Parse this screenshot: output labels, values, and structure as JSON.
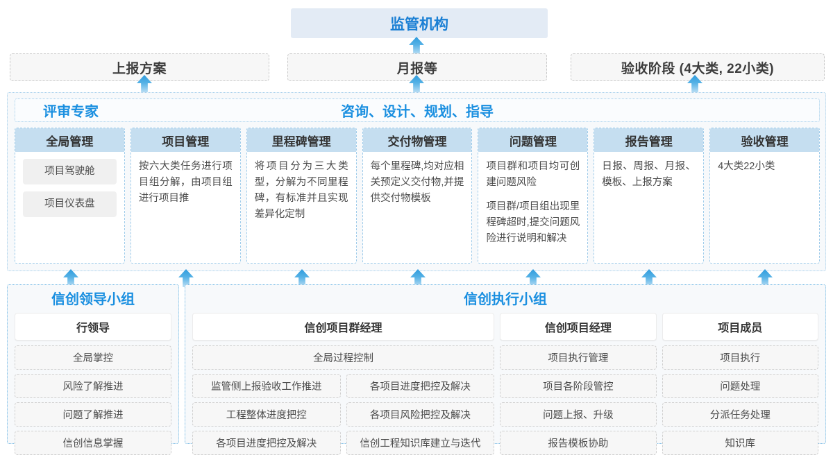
{
  "top": {
    "regulator": {
      "label": "监管机构"
    },
    "submissions": [
      {
        "label": "上报方案"
      },
      {
        "label": "月报等"
      },
      {
        "label": "验收阶段 (4大类, 22小类)"
      }
    ]
  },
  "middle": {
    "role_left": "评审专家",
    "role_center": "咨询、设计、规划、指导",
    "columns": [
      {
        "head": "全局管理",
        "pills": [
          "项目驾驶舱",
          "项目仪表盘"
        ],
        "paragraphs": []
      },
      {
        "head": "项目管理",
        "pills": [],
        "paragraphs": [
          "按六大类任务进行项目组分解，由项目组进行项目推"
        ]
      },
      {
        "head": "里程碑管理",
        "pills": [],
        "paragraphs": [
          "将项目分为三大类型，分解为不同里程碑，有标准并且实现差异化定制"
        ]
      },
      {
        "head": "交付物管理",
        "pills": [],
        "paragraphs": [
          "每个里程碑,均对应相关预定义交付物,并提供交付物模板"
        ]
      },
      {
        "head": "问题管理",
        "pills": [],
        "paragraphs": [
          "项目群和项目均可创建问题风险",
          "项目群/项目组出现里程碑超时,提交问题风险进行说明和解决"
        ]
      },
      {
        "head": "报告管理",
        "pills": [],
        "paragraphs": [
          "日报、周报、月报、模板、上报方案"
        ]
      },
      {
        "head": "验收管理",
        "pills": [],
        "paragraphs": [
          "4大类22小类"
        ]
      }
    ]
  },
  "bottom": {
    "leader_group": {
      "title": "信创领导小组",
      "sub_head": "行领导",
      "items": [
        "全局掌控",
        "风险了解推进",
        "问题了解推进",
        "信创信息掌握"
      ]
    },
    "exec_group": {
      "title": "信创执行小组",
      "program_manager": {
        "sub_head": "信创项目群经理",
        "full_item": "全局过程控制",
        "left_items": [
          "监管侧上报验收工作推进",
          "工程整体进度把控",
          "各项目进度把控及解决"
        ],
        "right_items": [
          "各项目进度把控及解决",
          "各项目风险把控及解决",
          "信创工程知识库建立与迭代"
        ]
      },
      "project_manager": {
        "sub_head": "信创项目经理",
        "items": [
          "项目执行管理",
          "项目各阶段管控",
          "问题上报、升级",
          "报告模板协助"
        ]
      },
      "members": {
        "sub_head": "项目成员",
        "items": [
          "项目执行",
          "问题处理",
          "分派任务处理",
          "知识库"
        ]
      }
    }
  },
  "colors": {
    "accent": "#1a8fe0",
    "header_bg": "#e3ebf5",
    "col_head_bg": "#c5def0",
    "arrow": "#3aa3e0"
  }
}
